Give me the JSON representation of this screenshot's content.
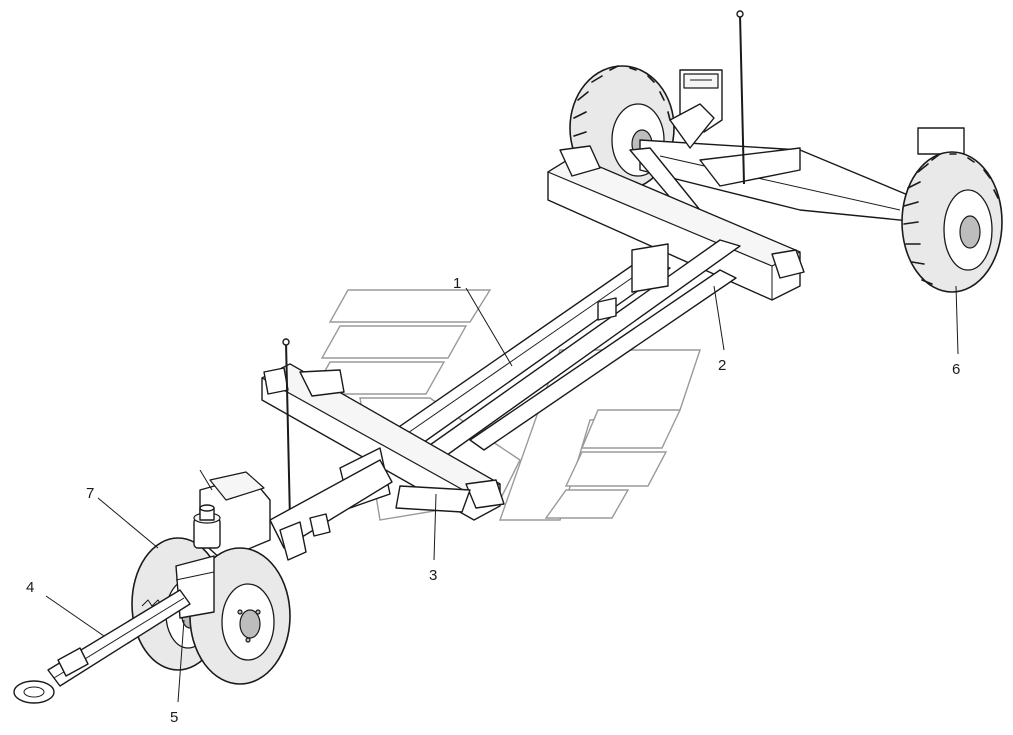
{
  "callouts": [
    {
      "id": "1",
      "text": "1"
    },
    {
      "id": "2",
      "text": "2"
    },
    {
      "id": "3",
      "text": "3"
    },
    {
      "id": "4",
      "text": "4"
    },
    {
      "id": "5",
      "text": "5"
    },
    {
      "id": "6",
      "text": "6"
    },
    {
      "id": "7",
      "text": "7"
    }
  ],
  "colors": {
    "line": "#1a1a1a",
    "watermark": "#9a9a9a",
    "tire": "#e9e9e9",
    "background": "#ffffff"
  }
}
